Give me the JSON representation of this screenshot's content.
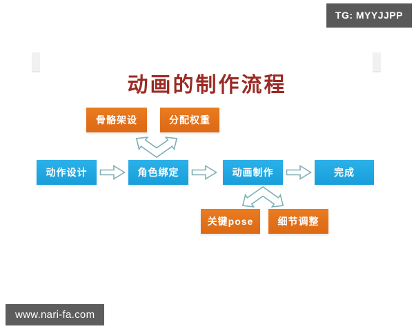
{
  "badge": {
    "label": "TG: MYYJJPP",
    "bg": "#595959",
    "fg": "#ffffff"
  },
  "watermark": {
    "label": "www.nari-fa.com",
    "bg": "#5d5d5d",
    "fg": "#ffffff"
  },
  "title": {
    "text": "动画的制作流程",
    "color": "#9a2b24"
  },
  "colors": {
    "node_orange": "#e2701a",
    "node_blue": "#20a7e1",
    "arrow_outline": "#7cafb4",
    "arrow_fill": "#ffffff",
    "title_red": "#9a2b24",
    "badge_gray": "#595959",
    "page_bg": "#ffffff"
  },
  "icons": {
    "right_arrow": "hollow block arrow pointing right",
    "split_arrow_up": "hollow forked arrow pointing up to two branches",
    "split_arrow_down": "hollow forked arrow pointing down to two branches"
  },
  "flow": {
    "main_steps": [
      "动作设计",
      "角色绑定",
      "动画制作",
      "完成"
    ],
    "top_branches": [
      "骨骼架设",
      "分配权重"
    ],
    "bottom_branches": [
      "关键pose",
      "细节调整"
    ]
  }
}
